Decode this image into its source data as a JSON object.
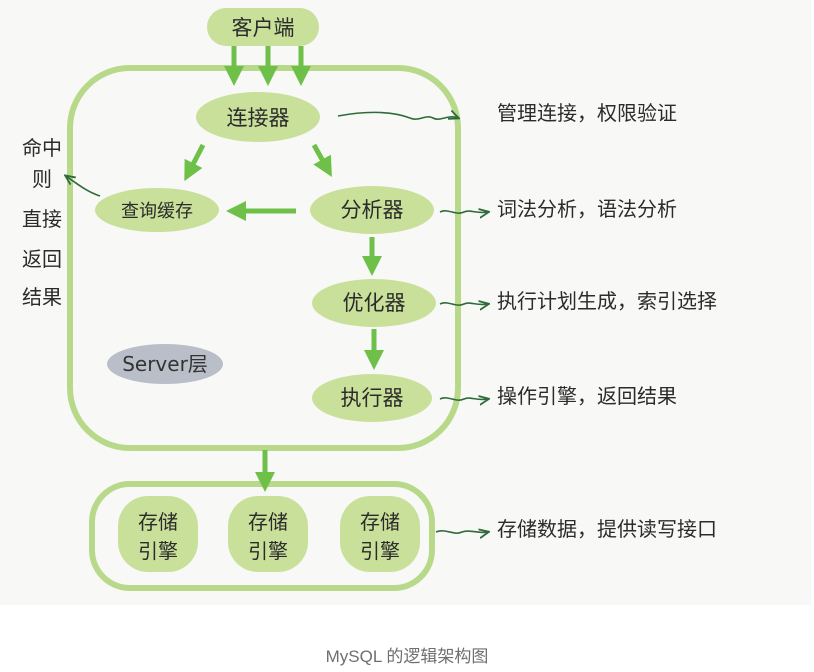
{
  "client": "客户端",
  "server": {
    "connector": "连接器",
    "cache": "查询缓存",
    "analyzer": "分析器",
    "optimizer": "优化器",
    "executor": "执行器",
    "layer_label": "Server层"
  },
  "cache_note": [
    "命中",
    "则",
    "直接",
    "返回",
    "结果"
  ],
  "notes": {
    "connector": "管理连接，权限验证",
    "analyzer": "词法分析，语法分析",
    "optimizer": "执行计划生成，索引选择",
    "executor": "操作引擎，返回结果",
    "storage": "存储数据，提供读写接口"
  },
  "storage_engines": [
    {
      "line1": "存储",
      "line2": "引擎"
    },
    {
      "line1": "存储",
      "line2": "引擎"
    },
    {
      "line1": "存储",
      "line2": "引擎"
    }
  ],
  "caption": "MySQL 的逻辑架构图",
  "colors": {
    "node_fill": "#c9e09a",
    "outline": "#b8d98a",
    "arrow": "#6ec049",
    "server_label_fill": "#b9bec8",
    "note_arrow": "#2f6b3a"
  }
}
